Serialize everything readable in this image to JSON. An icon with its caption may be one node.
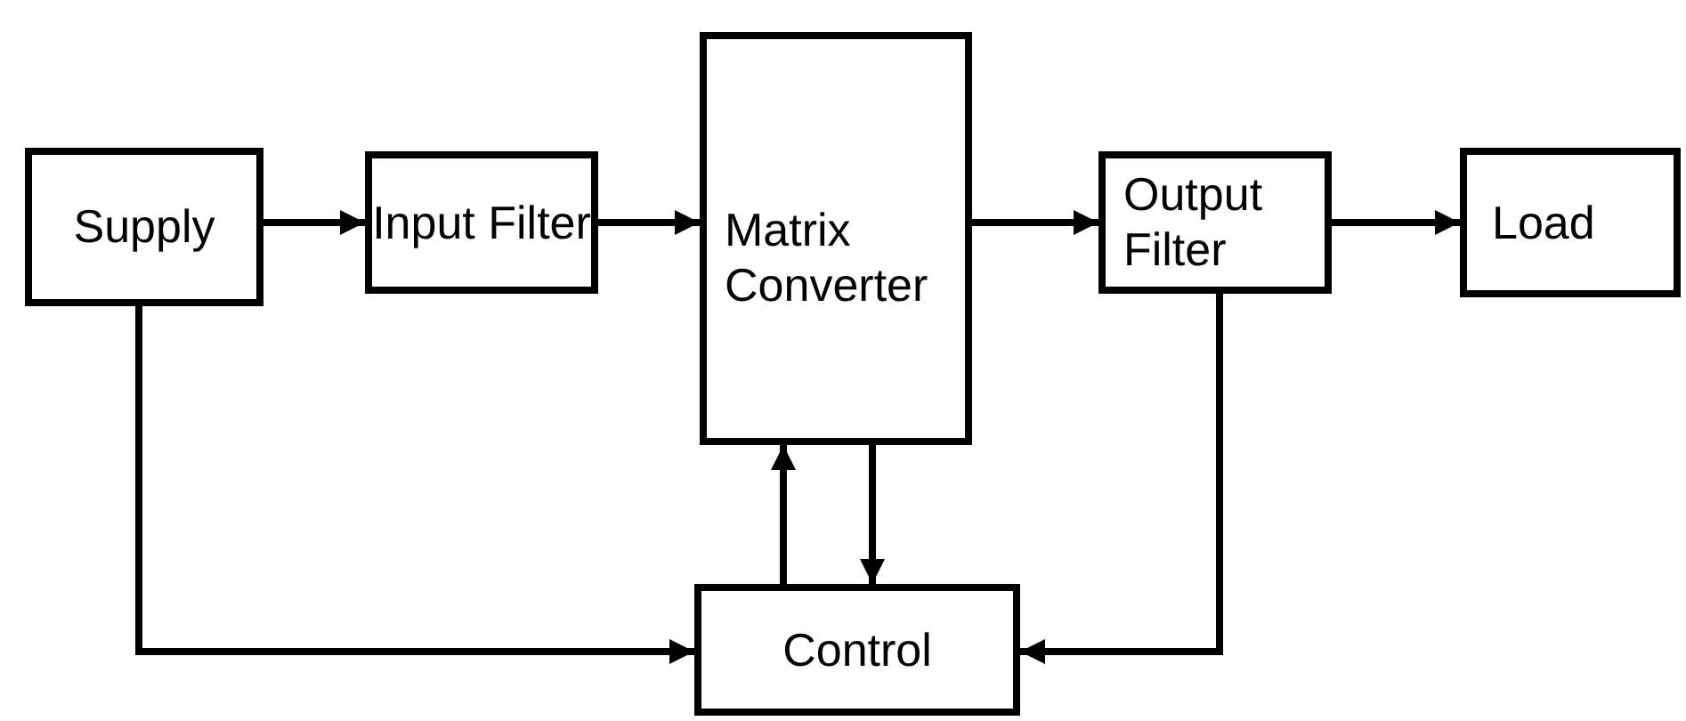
{
  "diagram": {
    "nodes": [
      {
        "text": [
          "Supply"
        ]
      },
      {
        "text": [
          "Input Filter"
        ]
      },
      {
        "text": [
          "Matrix Converter"
        ]
      },
      {
        "text": [
          "Output Filter"
        ]
      },
      {
        "text": [
          "Load"
        ]
      },
      {
        "text": [
          "Control"
        ]
      }
    ],
    "edges": [
      {
        "from": 0,
        "to": 1,
        "arrow": "to"
      },
      {
        "from": 1,
        "to": 2,
        "arrow": "to"
      },
      {
        "from": 2,
        "to": 3,
        "arrow": "to"
      },
      {
        "from": 3,
        "to": 4,
        "arrow": "to"
      },
      {
        "from": 0,
        "to": 5,
        "arrow": "to"
      },
      {
        "from": 3,
        "to": 5,
        "arrow": "to"
      },
      {
        "from": 5,
        "to": 2,
        "arrow": "to"
      },
      {
        "from": 2,
        "to": 5,
        "arrow": "to"
      }
    ]
  }
}
